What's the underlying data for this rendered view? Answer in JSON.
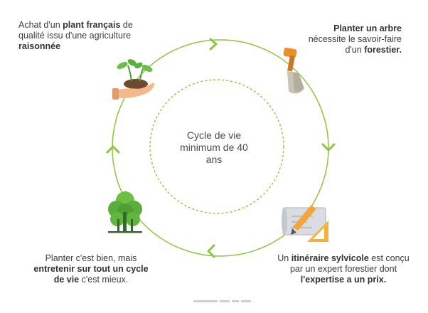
{
  "center": {
    "line1": "Cycle de vie",
    "line2": "minimum de 40",
    "line3": "ans"
  },
  "steps": [
    {
      "icon": "seedling-hand-icon",
      "parts": [
        {
          "text": "Achat d'un ",
          "bold": false
        },
        {
          "text": "plant français",
          "bold": true
        },
        {
          "text": " de qualité issu d'une agriculture ",
          "bold": false
        },
        {
          "text": "raisonnée",
          "bold": true
        }
      ]
    },
    {
      "icon": "shovel-icon",
      "parts": [
        {
          "text": "Planter un arbre",
          "bold": true
        },
        {
          "text": " nécessite le savoir-faire d'un ",
          "bold": false
        },
        {
          "text": "forestier.",
          "bold": true
        }
      ]
    },
    {
      "icon": "blueprint-pencil-icon",
      "parts": [
        {
          "text": "Un ",
          "bold": false
        },
        {
          "text": "itinéraire sylvicole",
          "bold": true
        },
        {
          "text": " est conçu par un expert forestier dont ",
          "bold": false
        },
        {
          "text": "l'expertise a un prix.",
          "bold": true
        }
      ]
    },
    {
      "icon": "tree-icon",
      "parts": [
        {
          "text": "Planter c'est bien, mais ",
          "bold": false
        },
        {
          "text": "entretenir sur tout un cycle de vie",
          "bold": true
        },
        {
          "text": " c'est mieux.",
          "bold": false
        }
      ]
    }
  ],
  "colors": {
    "cycle_green": "#8cc63f",
    "dashed_green": "#8cc63f",
    "text": "#3c3c3c"
  }
}
